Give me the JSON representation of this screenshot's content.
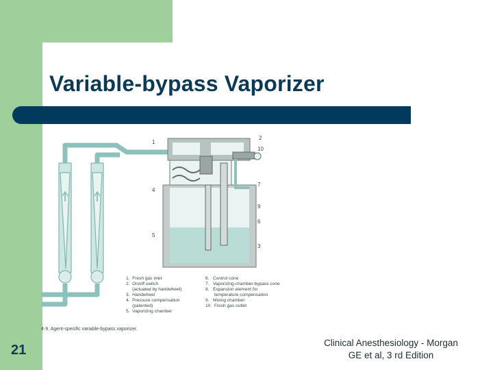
{
  "slide": {
    "title": "Variable-bypass Vaporizer",
    "number": "21",
    "citation_line1": "Clinical Anesthesiology - Morgan",
    "citation_line2": "GE et al, 3 rd Edition"
  },
  "figure": {
    "callouts": [
      "1",
      "2",
      "10",
      "7",
      "4",
      "9",
      "6",
      "5",
      "3"
    ],
    "legend_left": [
      "1.  Fresh gas inlet",
      "2.  On/off switch",
      "     (actuated by handwheel)",
      "3.  Handwheel",
      "4.  Pressure compensation",
      "     (patented)",
      "5.  Vaporizing chamber"
    ],
    "legend_right": [
      "6.   Control cone",
      "7.   Vaporizing-chamber-bypass cone",
      "8.   Expansion element for",
      "       temperature compensation",
      "9.   Mixing chamber",
      "10.  Fresh gas outlet"
    ],
    "caption": "4-9.  Agent-specific variable-bypass vaporizer."
  },
  "colors": {
    "accent_green": "#9fcf9b",
    "title_bar": "#003a5c",
    "title_text": "#0c3a55"
  }
}
